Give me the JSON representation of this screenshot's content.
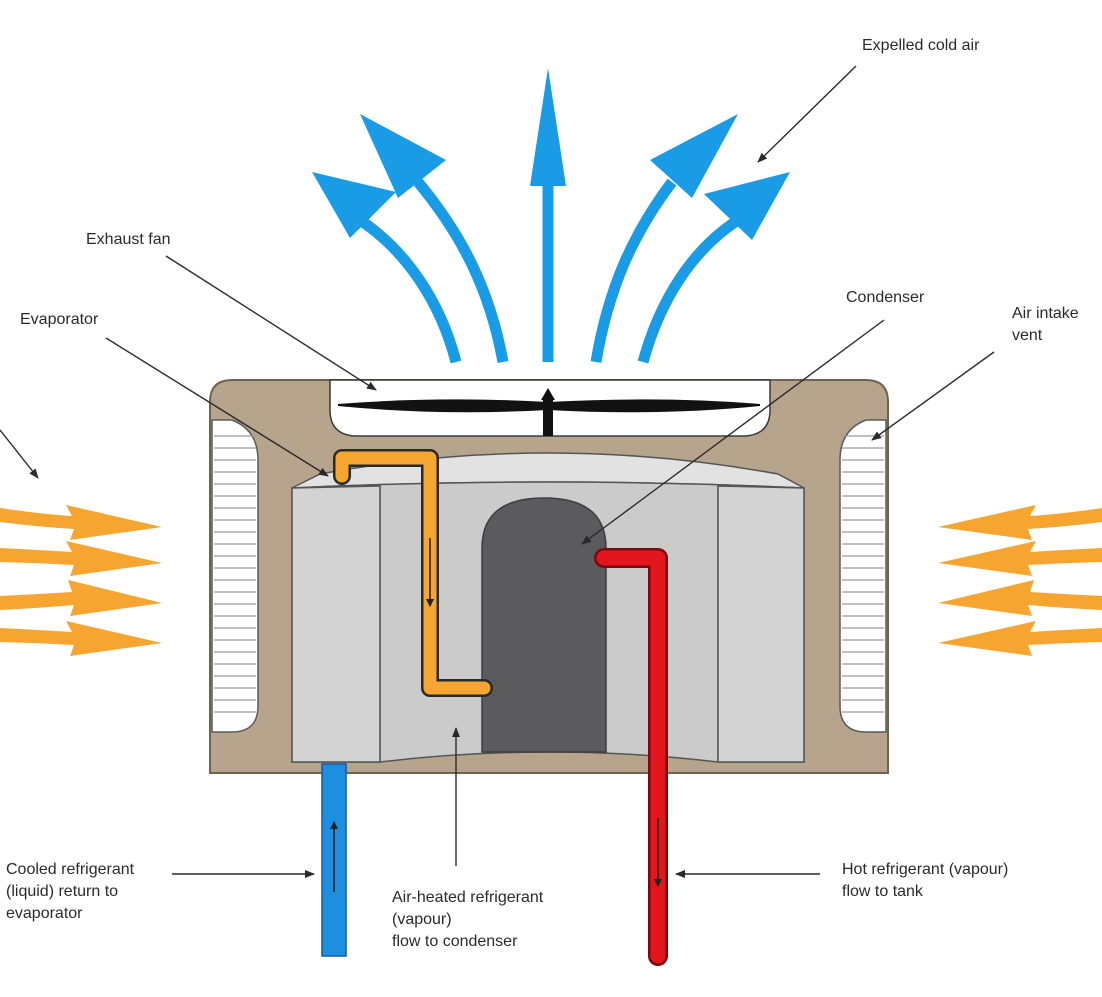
{
  "labels": {
    "expelled_cold_air": "Expelled cold air",
    "exhaust_fan": "Exhaust fan",
    "evaporator": "Evaporator",
    "condenser": "Condenser",
    "air_intake_vent": [
      "Air intake",
      "vent"
    ],
    "cooled_refrigerant": [
      "Cooled refrigerant",
      "(liquid) return to",
      "evaporator"
    ],
    "air_heated_refrigerant": [
      "Air-heated refrigerant",
      "(vapour)",
      "flow to condenser"
    ],
    "hot_refrigerant": [
      "Hot refrigerant (vapour)",
      "flow to tank"
    ]
  },
  "colors": {
    "housing": "#b6a58c",
    "cold_air": "#1a9be6",
    "warm_air": "#f6a531",
    "hot_pipe": "#e2141c",
    "cold_pipe": "#1e8fe0",
    "evaporator_body": "#cbcbcb",
    "condenser_core": "#5b5b5d",
    "leader_line": "#2a2a2a"
  }
}
